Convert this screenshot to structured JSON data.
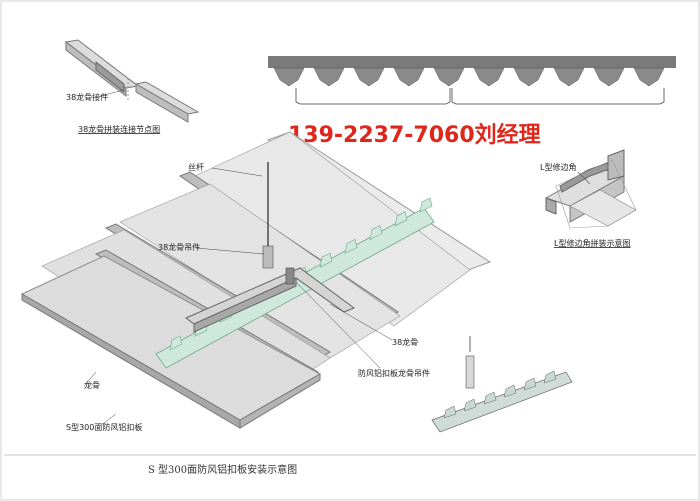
{
  "labels": {
    "joint_piece": "38龙骨接件",
    "joint_title": "38龙骨拼装连接节点图",
    "phone": "139-2237-7060刘经理",
    "l_edge": "L型修边角",
    "l_title": "L型修边角拼装示意图",
    "rod": "丝杆",
    "hanger_38": "38龙骨吊件",
    "keel_38": "38龙骨",
    "clip_hanger": "防风铝扣板龙骨吊件",
    "keel": "龙骨",
    "panel": "S型300面防风铝扣板"
  },
  "caption": "S 型300面防风铝扣板安装示意图",
  "colors": {
    "panel_fill": "#e2e2e2",
    "panel_edge": "#8c8c8c",
    "keel_green": "#cfe8dc",
    "phone_red": "#e0251b",
    "profile_dark": "#7a7a7a"
  }
}
